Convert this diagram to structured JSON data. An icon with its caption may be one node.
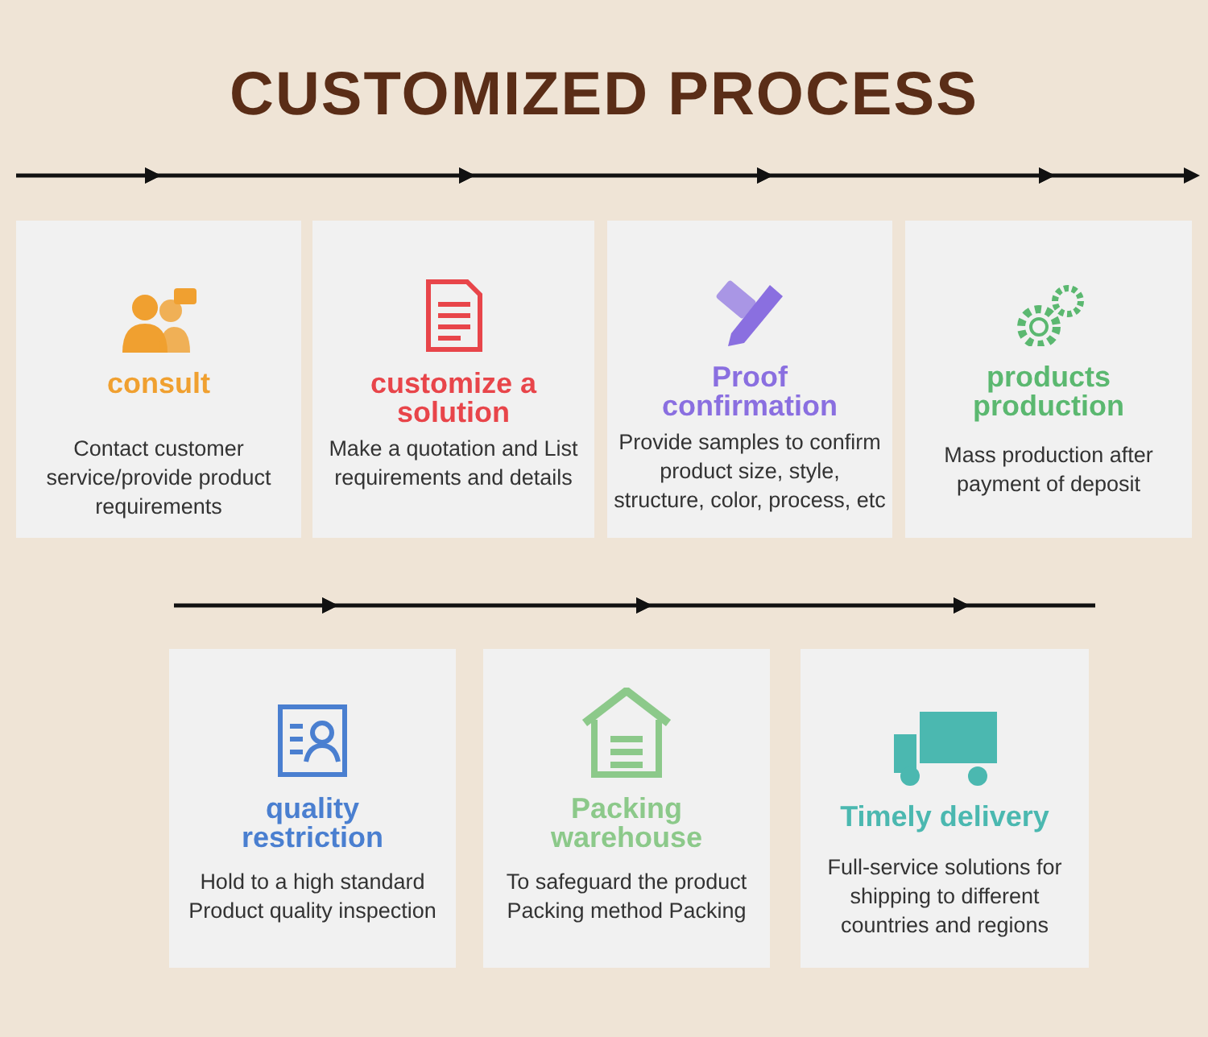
{
  "diagram": {
    "title": "CUSTOMIZED PROCESS",
    "nodes": [
      {
        "text": [
          "consult",
          "Contact customer service/provide product requirements"
        ]
      },
      {
        "text": [
          "customize a solution",
          "Make a quotation and List requirements and details"
        ]
      },
      {
        "text": [
          "Proof confirmation",
          "Provide samples to confirm product size, style, structure, color, process, etc"
        ]
      },
      {
        "text": [
          "products production",
          "Mass production after payment of deposit"
        ]
      },
      {
        "text": [
          "quality restriction",
          "Hold to a high standard Product quality inspection"
        ]
      },
      {
        "text": [
          "Packing warehouse",
          "To safeguard the product Packing method Packing"
        ]
      },
      {
        "text": [
          "Timely delivery",
          "Full-service solutions for shipping to different countries and regions"
        ]
      }
    ]
  }
}
